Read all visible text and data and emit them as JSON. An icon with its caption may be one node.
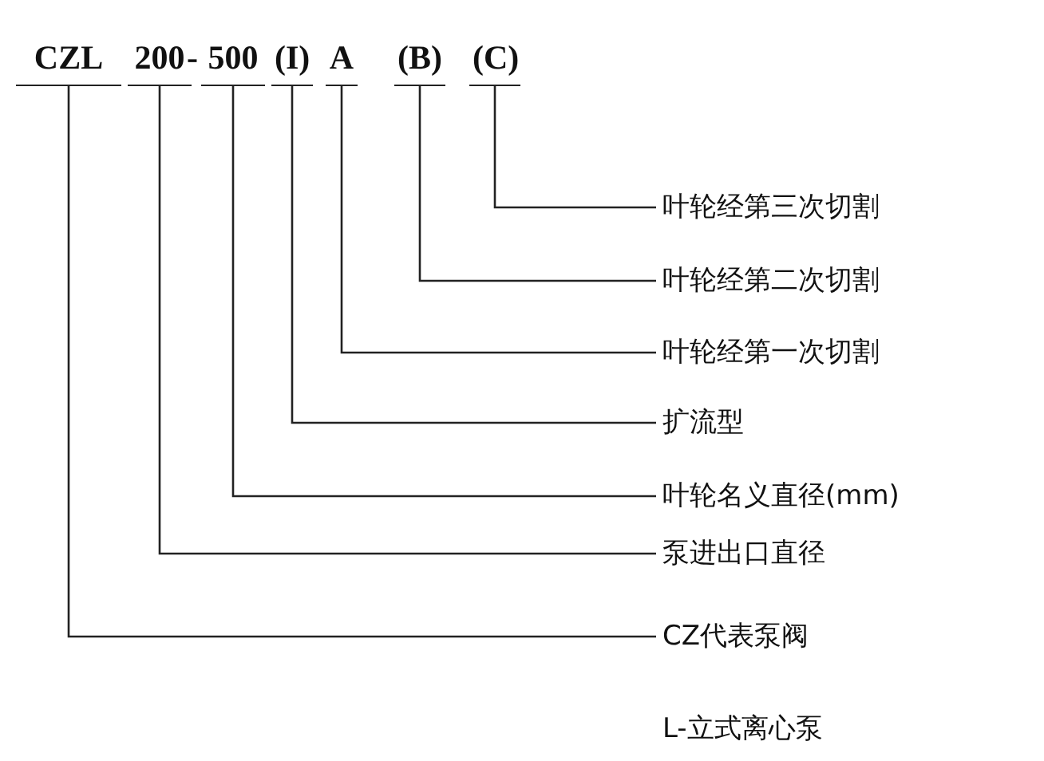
{
  "diagram": {
    "nodes": [
      {
        "text": [
          "CZL"
        ]
      },
      {
        "text": [
          "200"
        ]
      },
      {
        "text": [
          "500"
        ]
      },
      {
        "text": [
          "(I)"
        ]
      },
      {
        "text": [
          "A"
        ]
      },
      {
        "text": [
          "(B)"
        ]
      },
      {
        "text": [
          "(C)"
        ]
      },
      {
        "text": [
          "叶轮经第三次切割"
        ]
      },
      {
        "text": [
          "叶轮经第二次切割"
        ]
      },
      {
        "text": [
          "叶轮经第一次切割"
        ]
      },
      {
        "text": [
          "扩流型"
        ]
      },
      {
        "text": [
          "叶轮名义直径(mm)"
        ]
      },
      {
        "text": [
          "泵进出口直径"
        ]
      },
      {
        "text": [
          "CZ代表泵阀"
        ]
      }
    ],
    "edges": [
      {
        "from": 6,
        "to": 7,
        "arrow": "none"
      },
      {
        "from": 5,
        "to": 8,
        "arrow": "none"
      },
      {
        "from": 4,
        "to": 9,
        "arrow": "none"
      },
      {
        "from": 3,
        "to": 10,
        "arrow": "none"
      },
      {
        "from": 2,
        "to": 11,
        "arrow": "none"
      },
      {
        "from": 1,
        "to": 12,
        "arrow": "none"
      },
      {
        "from": 0,
        "to": 13,
        "arrow": "none"
      }
    ],
    "labels": [
      "-",
      "L-立式离心泵"
    ]
  }
}
